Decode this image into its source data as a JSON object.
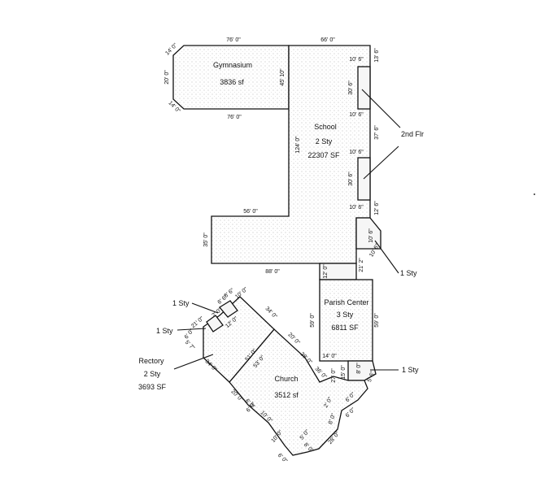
{
  "buildings": {
    "gymnasium": {
      "name": "Gymnasium",
      "area": "3836 sf"
    },
    "school": {
      "name": "School",
      "stories": "2 Sty",
      "area": "22307 SF"
    },
    "parish_center": {
      "name": "Parish Center",
      "stories": "3 Sty",
      "area": "6811 SF"
    },
    "church": {
      "name": "Church",
      "area": "3512 sf"
    },
    "rectory": {
      "name": "Rectory",
      "stories": "2 Sty",
      "area": "3693 SF"
    }
  },
  "callouts": {
    "second_flr": "2nd Flr",
    "one_sty_a": "1 Sty",
    "one_sty_b": "1 Sty",
    "one_sty_c": "1 Sty",
    "one_sty_d": "1 Sty"
  },
  "dimensions": {
    "gym_top": "76' 0\"",
    "gym_bottom": "76' 0\"",
    "gym_left": "20' 0\"",
    "gym_chamfer_top": "14' 0\"",
    "gym_chamfer_bottom": "14' 0\"",
    "gym_depth": "45' 10\"",
    "school_top": "66' 0\"",
    "school_right": "13' 6\"",
    "school_right_mid": "37' 6\"",
    "school_right_low": "12' 6\"",
    "school_bay_a": "10' 6\"",
    "school_bay_b": "10' 6\"",
    "school_bay_c": "10' 6\"",
    "school_bay_d": "10' 6\"",
    "bay_height_a": "30' 6\"",
    "bay_height_b": "30' 6\"",
    "school_height": "124' 0\"",
    "wing_top": "56' 0\"",
    "wing_left": "35' 0\"",
    "wing_bottom": "88' 0\"",
    "corner_a": "10' 6\"",
    "corner_b": "10' 6\"",
    "link": "21' 2\"",
    "link_small": "12' 0\"",
    "parish_left": "59' 0\"",
    "parish_right": "59' 0\"",
    "parish_bottom": "14' 0\"",
    "parish_small_a": "8' 0\"",
    "parish_small_b": "15' 0\"",
    "parish_small_c": "5' 6\"",
    "church_top": "34' 0\"",
    "church_side": "20' 0\"",
    "church_inner_a": "51' 0\"",
    "church_inner_b": "53' 0\"",
    "church_right": "36' 0\"",
    "church_step": "27' 0\"",
    "church_bottom": "38' 0\"",
    "church_b1": "20' 0\"",
    "church_b2": "6' 0\"",
    "church_b3": "10' 0\"",
    "church_b4": "10' 0\"",
    "church_b5": "5' 0\"",
    "church_b6": "8' 0\"",
    "church_b7": "28' 0\"",
    "church_b8": "6' 0\"",
    "church_b9": "6' 0\"",
    "church_b10": "2' 0\"",
    "church_b11": "8' 0\"",
    "church_b12": "6' 0\"",
    "rect_a": "6' 6\"",
    "rect_b": "6' 6\"",
    "rect_c": "10' 0\"",
    "rect_d": "12' 0\"",
    "rect_e": "21' 0\"",
    "rect_f": "6' 0\"",
    "rect_g": "5' 7\"",
    "rect_h": "34' 0\"",
    "rect_i": "2' 0\"",
    "rect_j": "6' 0\""
  }
}
